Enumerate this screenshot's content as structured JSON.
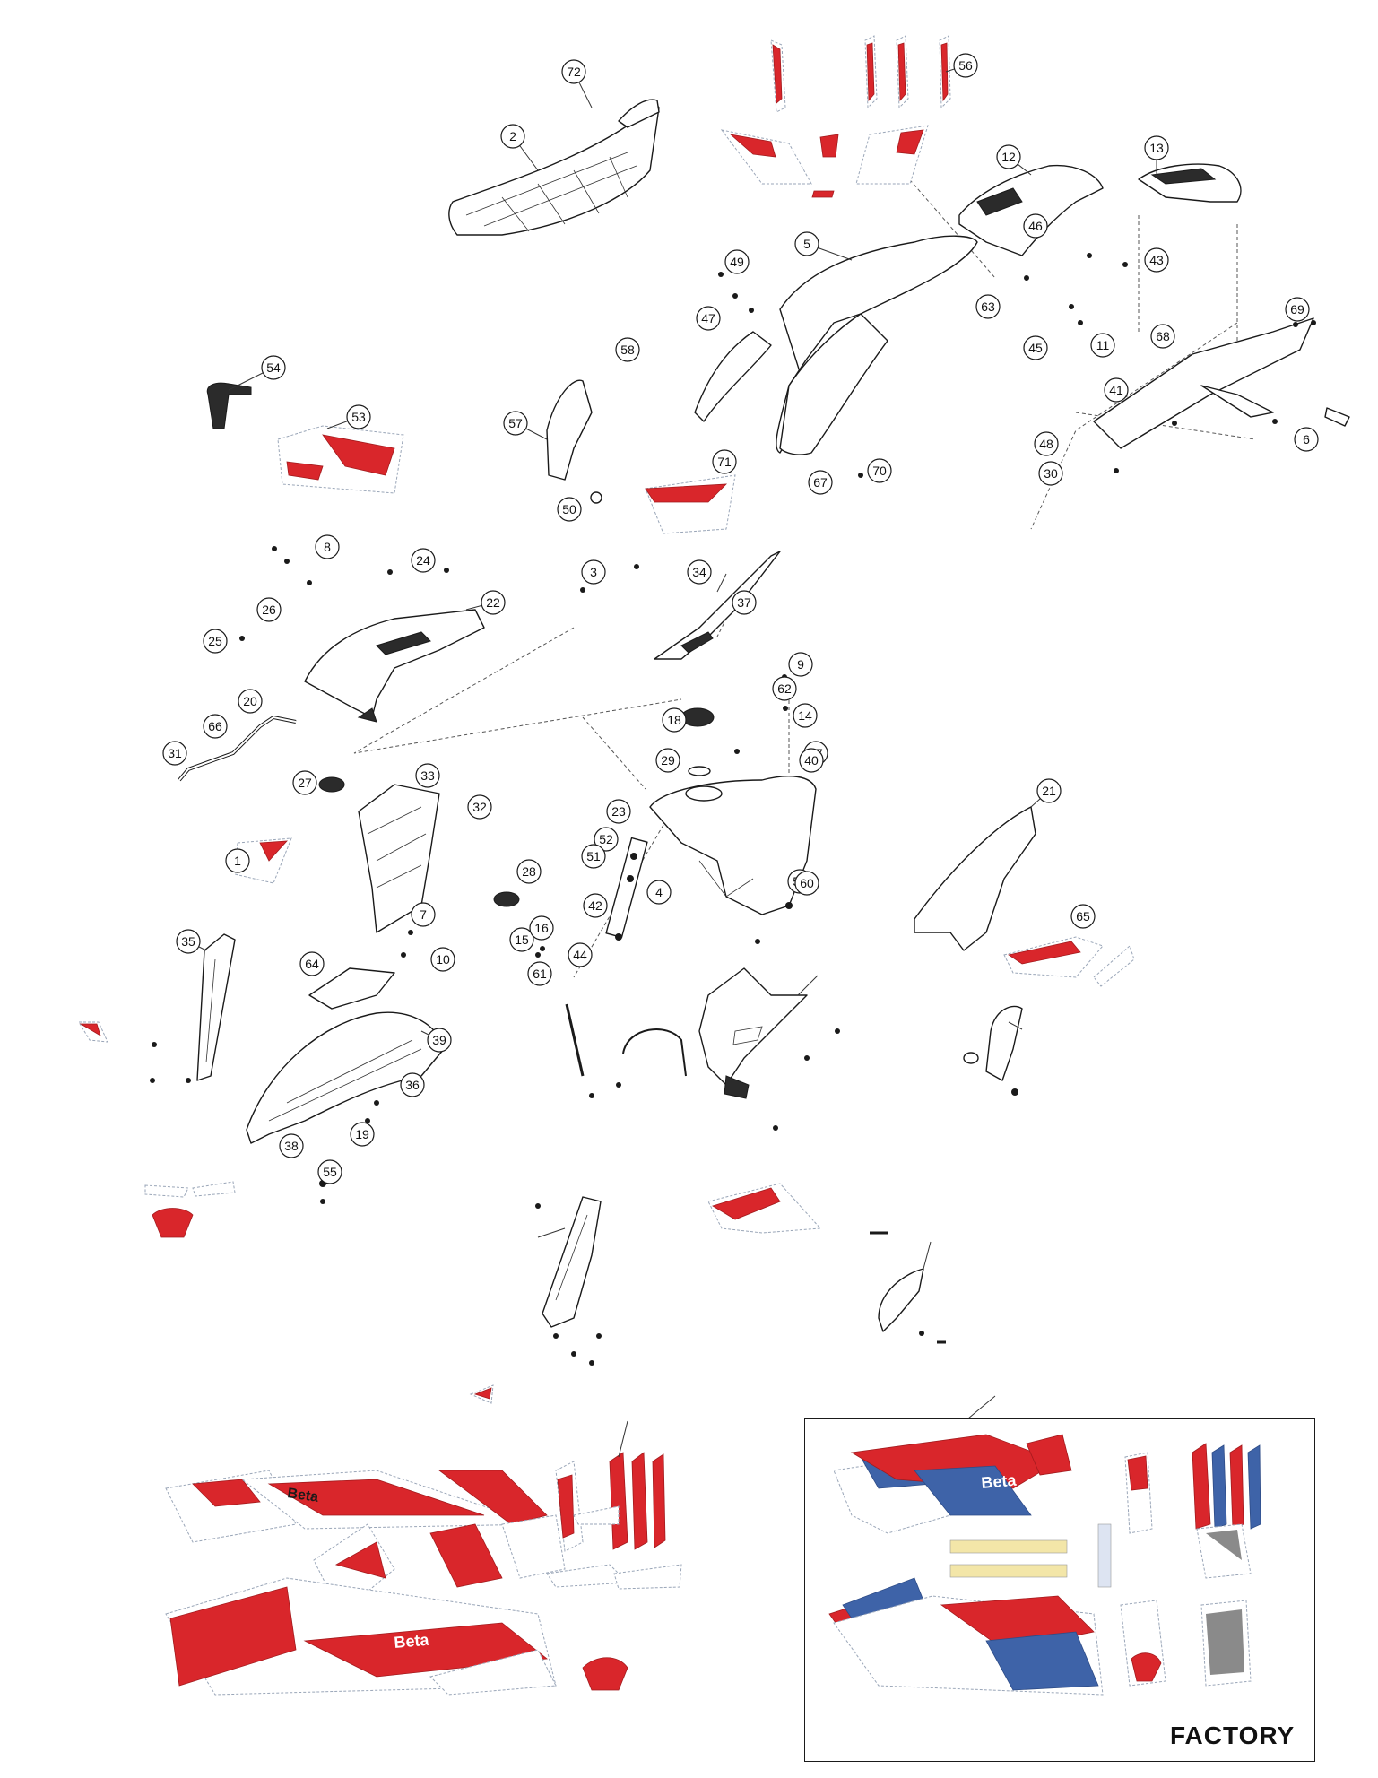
{
  "diagram": {
    "callouts": [
      "72",
      "2",
      "56",
      "12",
      "13",
      "43",
      "5",
      "49",
      "46",
      "47",
      "63",
      "45",
      "58",
      "54",
      "11",
      "53",
      "57",
      "50",
      "71",
      "67",
      "70",
      "69",
      "68",
      "41",
      "48",
      "6",
      "30",
      "8",
      "26",
      "24",
      "25",
      "22",
      "3",
      "34",
      "37",
      "20",
      "66",
      "31",
      "27",
      "33",
      "32",
      "1",
      "28",
      "18",
      "29",
      "9",
      "62",
      "14",
      "17",
      "40",
      "23",
      "52",
      "51",
      "4",
      "42",
      "44",
      "59",
      "60",
      "21",
      "65",
      "35",
      "64",
      "7",
      "10",
      "15",
      "16",
      "61",
      "39",
      "36",
      "19",
      "38",
      "55"
    ],
    "kit_label": "FACTORY",
    "kit_text": [
      "Beta",
      "Beta",
      "Beta"
    ],
    "colors": {
      "red": "#d9262b",
      "blue": "#3e63a8",
      "outline": "#1a1a1a"
    },
    "icons": [
      "bolt-icon",
      "washer-icon",
      "nut-icon"
    ]
  }
}
